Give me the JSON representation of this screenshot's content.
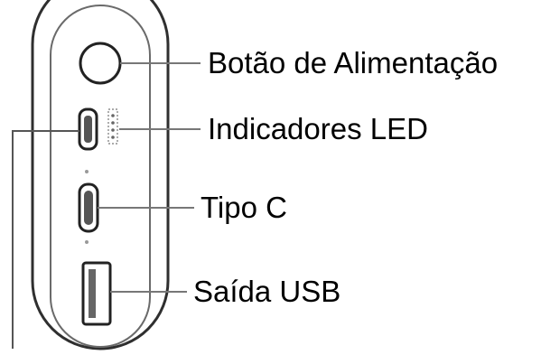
{
  "diagram": {
    "labels": {
      "power_button": "Botão de Alimentação",
      "led_indicators": "Indicadores LED",
      "type_c": "Tipo C",
      "usb_output": "Saída USB"
    }
  }
}
